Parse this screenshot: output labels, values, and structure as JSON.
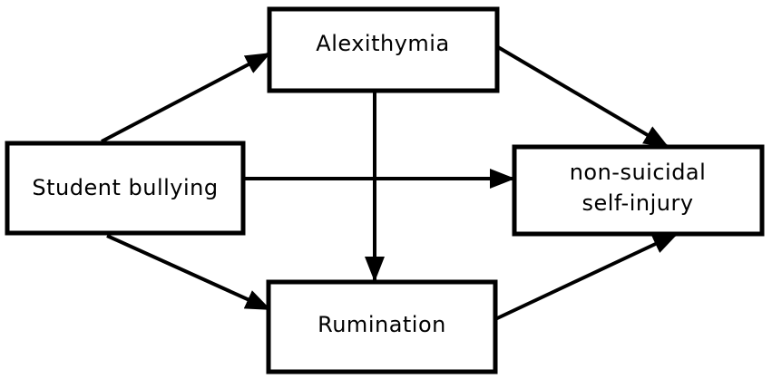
{
  "nodes": {
    "bullying": {
      "label": "Student bullying"
    },
    "alexithymia": {
      "label": "Alexithymia"
    },
    "rumination": {
      "label": "Rumination"
    },
    "nssi": {
      "line1": "non-suicidal",
      "line2": "self-injury"
    }
  },
  "edges": [
    {
      "from": "bullying",
      "to": "alexithymia"
    },
    {
      "from": "bullying",
      "to": "nssi"
    },
    {
      "from": "bullying",
      "to": "rumination"
    },
    {
      "from": "alexithymia",
      "to": "nssi"
    },
    {
      "from": "alexithymia",
      "to": "rumination"
    },
    {
      "from": "rumination",
      "to": "nssi"
    }
  ],
  "colors": {
    "stroke": "#000000",
    "fill": "#ffffff"
  }
}
